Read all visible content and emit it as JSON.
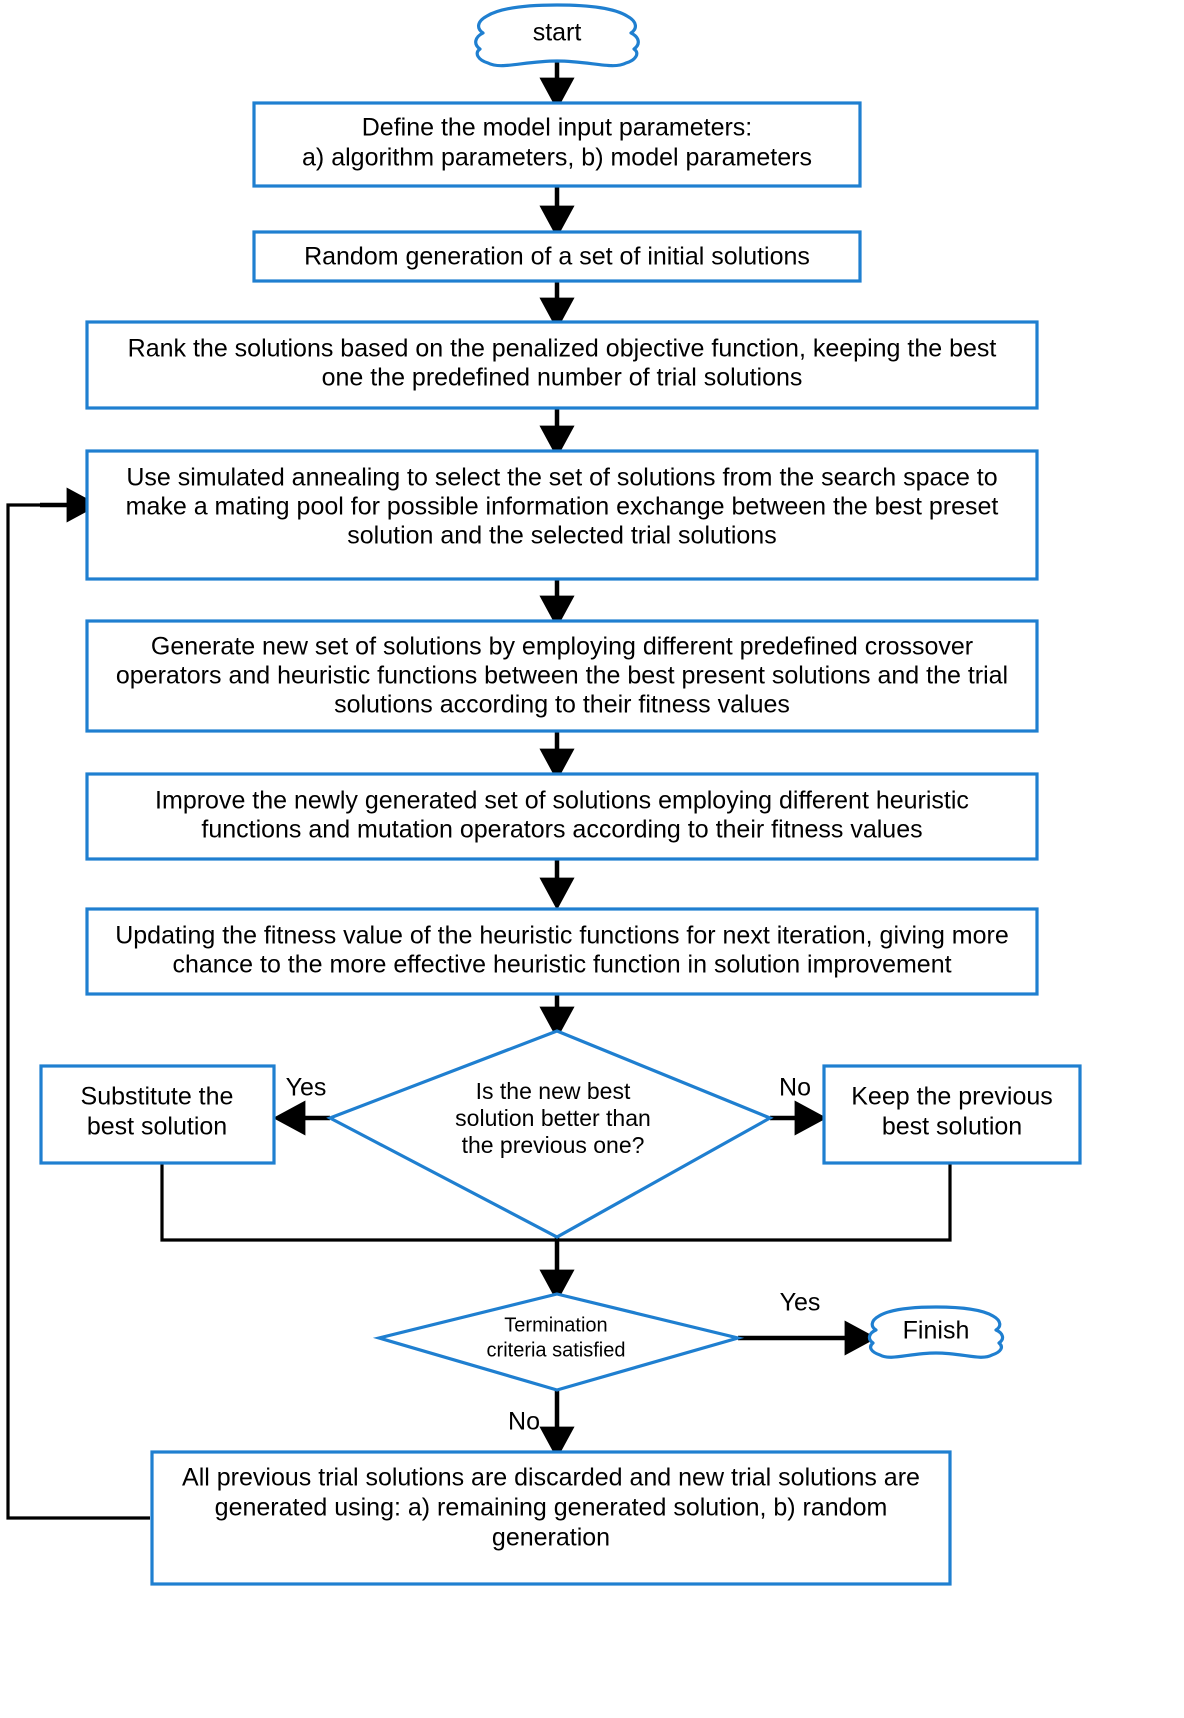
{
  "diagram": {
    "title": "Hybrid metaheuristic optimization algorithm flowchart",
    "accent_color": "#1f7fd0",
    "connector_color": "#000000",
    "background_color": "#ffffff"
  },
  "nodes": {
    "start": {
      "label": "start",
      "shape": "cloud"
    },
    "define_params": {
      "line1": "Define the model input parameters:",
      "line2": "a) algorithm parameters, b) model parameters",
      "shape": "process"
    },
    "random_generation": {
      "line1": "Random generation of a set of initial solutions",
      "shape": "process"
    },
    "rank_solutions": {
      "line1": "Rank the solutions based on the penalized objective function, keeping the best",
      "line2": "one the predefined number of trial solutions",
      "shape": "process"
    },
    "simulated_annealing": {
      "line1": "Use simulated annealing to select the set of solutions from the search space to",
      "line2": "make a mating pool for possible information exchange between the best preset",
      "line3": "solution and the selected trial solutions",
      "shape": "process"
    },
    "generate_new_set": {
      "line1": "Generate new set of solutions by employing different predefined crossover",
      "line2": "operators and heuristic functions between the best present solutions and the trial",
      "line3": "solutions according to their fitness values",
      "shape": "process"
    },
    "improve_solutions": {
      "line1": "Improve the newly generated set of solutions employing different heuristic",
      "line2": "functions and mutation operators according to their fitness values",
      "shape": "process"
    },
    "update_fitness": {
      "line1": "Updating the fitness value of the heuristic functions for next iteration, giving more",
      "line2": "chance to the more effective heuristic function in solution improvement",
      "shape": "process"
    },
    "decision_better": {
      "line1": "Is the new best",
      "line2": "solution better than",
      "line3": "the previous one?",
      "shape": "decision"
    },
    "substitute_best": {
      "line1": "Substitute the",
      "line2": "best solution",
      "shape": "process"
    },
    "keep_previous": {
      "line1": "Keep the previous",
      "line2": "best solution",
      "shape": "process"
    },
    "decision_termination": {
      "line1": "Termination",
      "line2": "criteria satisfied",
      "shape": "decision"
    },
    "finish": {
      "label": "Finish",
      "shape": "cloud"
    },
    "discard_regenerate": {
      "line1": "All previous trial solutions are discarded and new trial solutions are",
      "line2": "generated using: a) remaining generated solution, b) random",
      "line3": "generation",
      "shape": "process"
    }
  },
  "edge_labels": {
    "better_yes": "Yes",
    "better_no": "No",
    "termination_yes": "Yes",
    "termination_no": "No"
  }
}
